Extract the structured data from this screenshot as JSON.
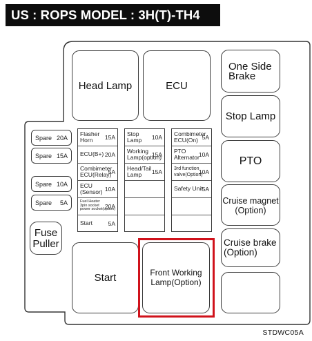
{
  "title": "US : ROPS MODEL : 3H(T)-TH4",
  "big_boxes": {
    "head_lamp": "Head Lamp",
    "ecu": "ECU",
    "one_side_brake": [
      "One Side",
      "Brake"
    ],
    "stop_lamp": "Stop Lamp",
    "pto": "PTO",
    "cruise_magnet": [
      "Cruise magnet",
      "(Option)"
    ],
    "cruise_brake": [
      "Cruise brake",
      "(Option)"
    ],
    "fuse_puller": [
      "Fuse",
      "Puller"
    ],
    "start": "Start",
    "front_working_lamp": [
      "Front Working",
      "Lamp(Option)"
    ]
  },
  "left_spares": [
    {
      "name": "Spare",
      "amp": "20A"
    },
    {
      "name": "Spare",
      "amp": "15A"
    },
    {
      "name": "Spare",
      "amp": "10A"
    },
    {
      "name": "Spare",
      "amp": "5A"
    }
  ],
  "fuse_col1": [
    {
      "name": [
        "Flasher",
        "Horn"
      ],
      "amp": "15A"
    },
    {
      "name": [
        "ECU(B+)"
      ],
      "amp": "20A"
    },
    {
      "name": [
        "Combimeter",
        "ECU(Relay)"
      ],
      "amp": "5A"
    },
    {
      "name": [
        "ECU",
        "(Sensor)"
      ],
      "amp": "10A"
    },
    {
      "name": [
        "Fuel Heater",
        "3pin socket",
        "power socket(option)"
      ],
      "amp": "20A",
      "tiny": true
    },
    {
      "name": [
        "Start"
      ],
      "amp": "5A"
    }
  ],
  "fuse_col2": [
    {
      "name": [
        "Stop",
        "Lamp"
      ],
      "amp": "10A"
    },
    {
      "name": [
        "Working",
        "Lamp(option)"
      ],
      "amp": "15A"
    },
    {
      "name": [
        "Head/Tail",
        "Lamp"
      ],
      "amp": "15A"
    },
    {
      "name": [
        ""
      ],
      "amp": ""
    },
    {
      "name": [
        ""
      ],
      "amp": ""
    },
    {
      "name": [
        ""
      ],
      "amp": ""
    }
  ],
  "fuse_col3": [
    {
      "name": [
        "Combimeter",
        "ECU(On)"
      ],
      "amp": "5A"
    },
    {
      "name": [
        "PTO",
        "Alternator"
      ],
      "amp": "10A"
    },
    {
      "name": [
        "3rd function",
        "valve(Option)"
      ],
      "amp": "10A",
      "small": true
    },
    {
      "name": [
        "Safety Unit"
      ],
      "amp": "5A"
    },
    {
      "name": [
        ""
      ],
      "amp": ""
    },
    {
      "name": [
        ""
      ],
      "amp": ""
    }
  ],
  "diagram_code": "STDWC05A",
  "highlight_color": "#d0121b"
}
